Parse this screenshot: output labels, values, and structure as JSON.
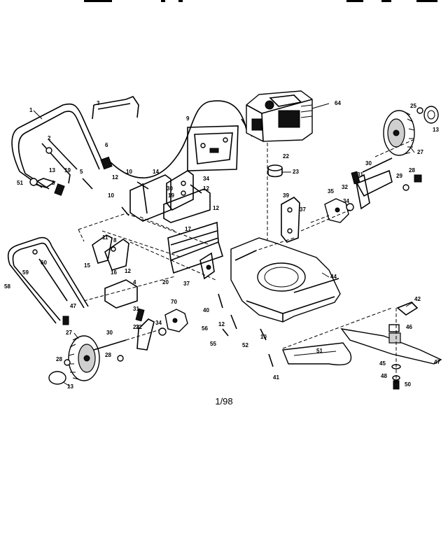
{
  "figure": {
    "caption": "1/98"
  },
  "callouts": [
    "1",
    "2",
    "9",
    "5",
    "3",
    "13",
    "19",
    "51",
    "6",
    "8",
    "12",
    "10",
    "14",
    "12",
    "30",
    "19",
    "34",
    "17",
    "12",
    "10",
    "11",
    "15",
    "16",
    "12",
    "20",
    "8",
    "58",
    "59",
    "60",
    "47",
    "27",
    "28",
    "13",
    "4",
    "30",
    "22",
    "28",
    "31",
    "32",
    "34",
    "70",
    "37",
    "40",
    "56",
    "12",
    "55",
    "52",
    "10",
    "41",
    "51",
    "64",
    "22",
    "23",
    "39",
    "37",
    "35",
    "34",
    "31",
    "32",
    "30",
    "29",
    "28",
    "25",
    "13",
    "27",
    "44",
    "42",
    "46",
    "47",
    "45",
    "48",
    "50"
  ]
}
